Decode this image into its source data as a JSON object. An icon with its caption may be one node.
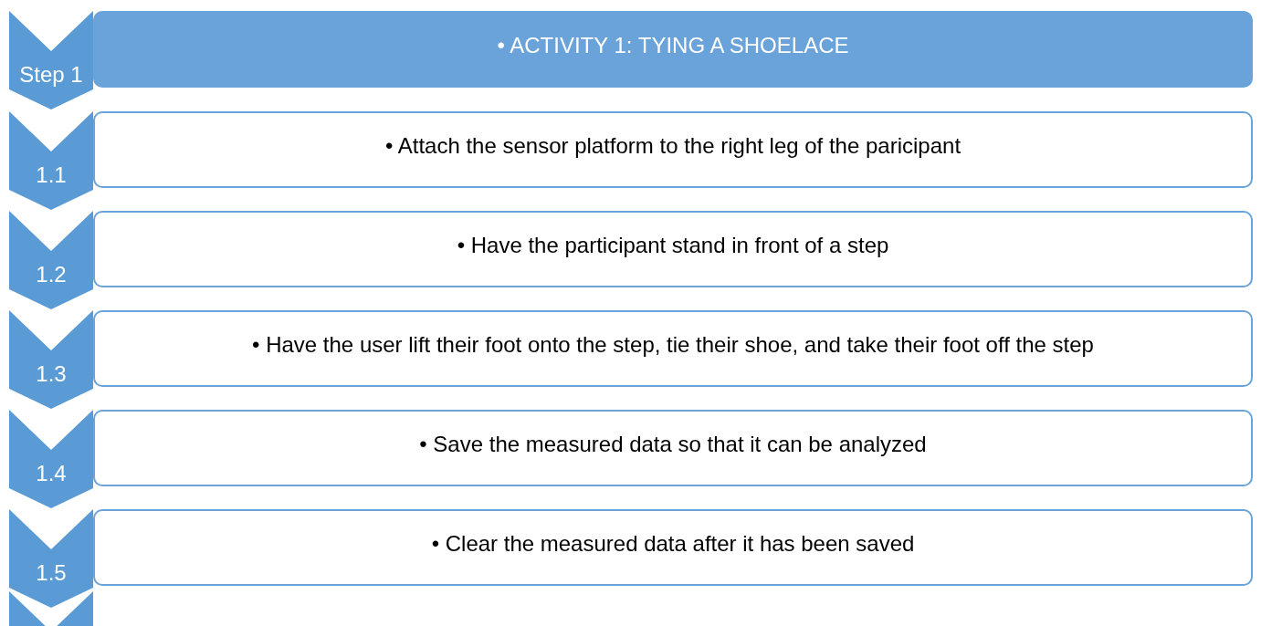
{
  "diagram": {
    "nodes": [
      {
        "text": [
          "Step 1"
        ]
      },
      {
        "text": [
          "• ACTIVITY 1: TYING A SHOELACE"
        ]
      },
      {
        "text": [
          "1.1"
        ]
      },
      {
        "text": [
          "• Attach the sensor platform to the right leg of the paricipant"
        ]
      },
      {
        "text": [
          "1.2"
        ]
      },
      {
        "text": [
          "• Have the participant stand in front of a step"
        ]
      },
      {
        "text": [
          "1.3"
        ]
      },
      {
        "text": [
          "• Have the user lift their foot onto the step, tie their shoe, and take their foot off the step"
        ]
      },
      {
        "text": [
          "1.4"
        ]
      },
      {
        "text": [
          "• Save the measured data so that it can be analyzed"
        ]
      },
      {
        "text": [
          "1.5"
        ]
      },
      {
        "text": [
          "• Clear the measured data after it has been saved"
        ]
      },
      {
        "text": [],
        "shape": "chevron"
      }
    ]
  }
}
